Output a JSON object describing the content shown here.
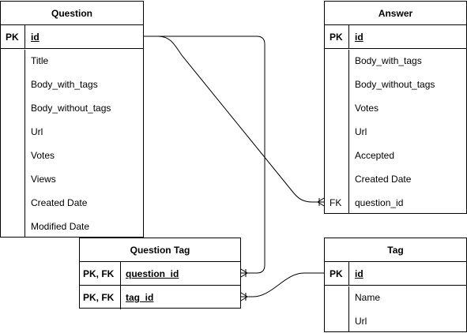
{
  "entities": {
    "question": {
      "title": "Question",
      "key": {
        "label": "PK",
        "field": "id"
      },
      "fields": [
        "Title",
        "Body_with_tags",
        "Body_without_tags",
        "Url",
        "Votes",
        "Views",
        "Created Date",
        "Modified Date"
      ]
    },
    "answer": {
      "title": "Answer",
      "key": {
        "label": "PK",
        "field": "id"
      },
      "fields": [
        "Body_with_tags",
        "Body_without_tags",
        "Votes",
        "Url",
        "Accepted",
        "Created Date"
      ],
      "fk": {
        "label": "FK",
        "field": "question_id"
      }
    },
    "question_tag": {
      "title": "Question Tag",
      "keys": [
        {
          "label": "PK, FK",
          "field": "question_id"
        },
        {
          "label": "PK, FK",
          "field": "tag_id"
        }
      ]
    },
    "tag": {
      "title": "Tag",
      "key": {
        "label": "PK",
        "field": "id"
      },
      "fields": [
        "Name",
        "Url"
      ]
    }
  },
  "relationships": [
    {
      "from": "question.id",
      "to": "answer.question_id",
      "cardinality": "one-to-many"
    },
    {
      "from": "question.id",
      "to": "question_tag.question_id",
      "cardinality": "one-to-many"
    },
    {
      "from": "tag.id",
      "to": "question_tag.tag_id",
      "cardinality": "one-to-many"
    }
  ]
}
